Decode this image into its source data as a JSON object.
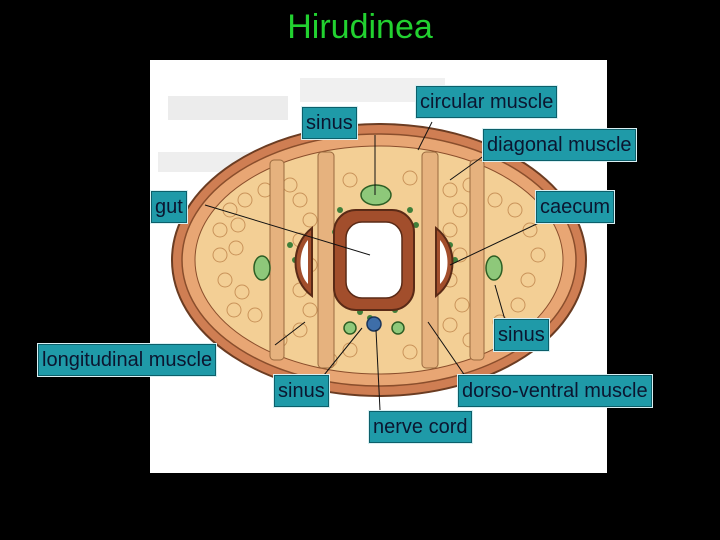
{
  "title": "Hirudinea",
  "colors": {
    "background": "#000000",
    "title": "#22d130",
    "label_bg": "#1f9aa8",
    "label_text": "#0b1630",
    "body_outer": "#d9865a",
    "body_fill": "#f2c98f",
    "gut": "#9a4a2a",
    "sinus": "#8ec87a",
    "cells": "#3f7f3a"
  },
  "labels": {
    "sinus_top": "sinus",
    "circular_muscle": "circular muscle",
    "diagonal_muscle": "diagonal muscle",
    "gut": "gut",
    "caecum": "caecum",
    "sinus_right": "sinus",
    "longitudinal_muscle": "longitudinal muscle",
    "sinus_bottom": "sinus",
    "dorso_ventral_muscle": "dorso-ventral muscle",
    "nerve_cord": "nerve cord"
  }
}
